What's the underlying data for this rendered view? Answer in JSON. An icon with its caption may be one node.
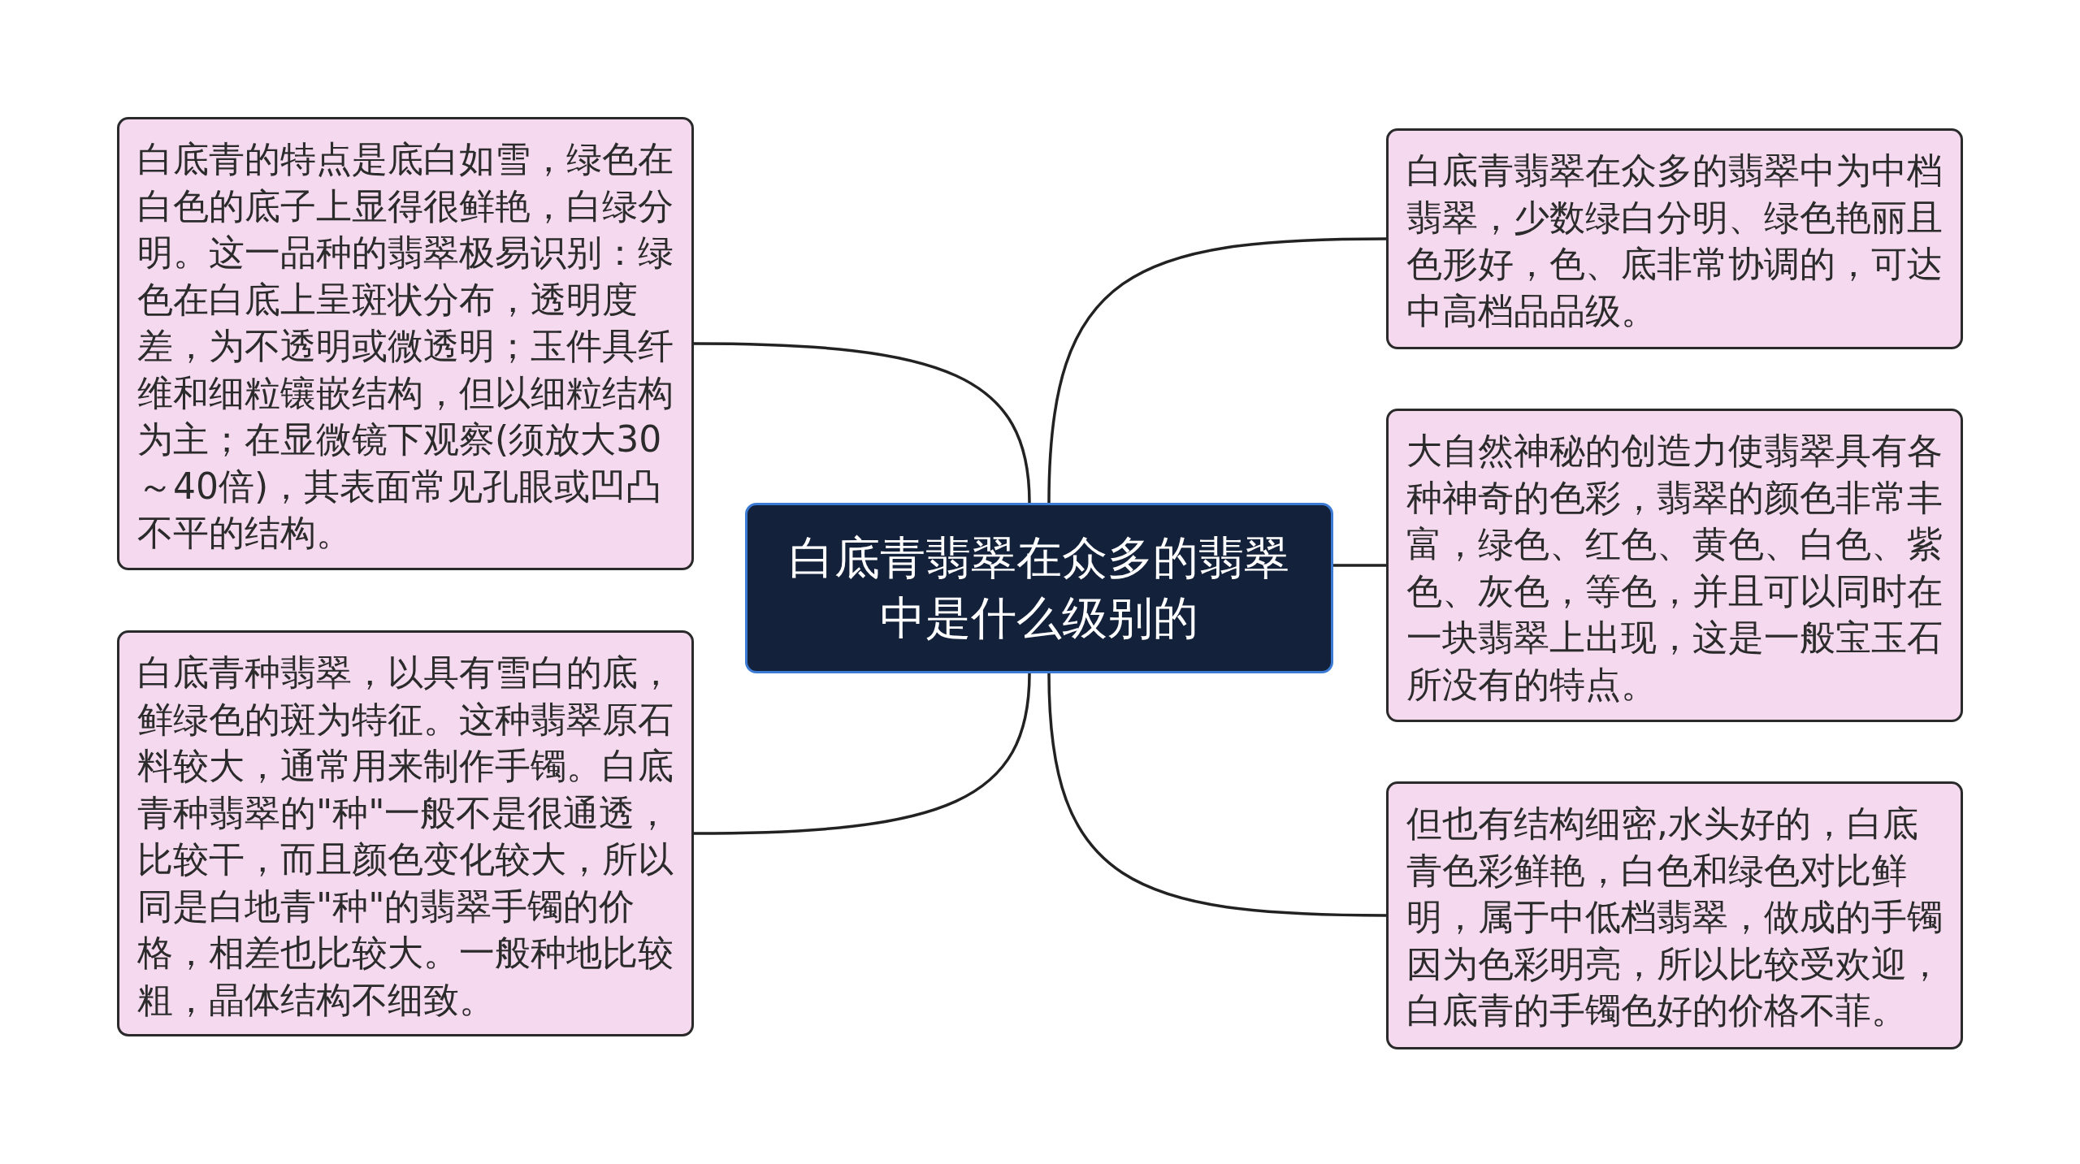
{
  "diagram": {
    "nodes": [
      {
        "text": [
          "白底青翡翠在众多的翡翠中是什么级别的"
        ]
      },
      {
        "text": [
          "白底青翡翠在众多的翡翠中为中档翡翠，少数绿白分明、绿色艳丽且色形好，色、底非常协调的，可达中高档品品级。"
        ]
      },
      {
        "text": [
          "大自然神秘的创造力使翡翠具有各种神奇的色彩，翡翠的颜色非常丰富，绿色、红色、黄色、白色、紫色、灰色，等色，并且可以同时在一块翡翠上出现，这是一般宝玉石所没有的特点。"
        ]
      },
      {
        "text": [
          "但也有结构细密,水头好的，白底青色彩鲜艳，白色和绿色对比鲜明，属于中低档翡翠，做成的手镯因为色彩明亮，所以比较受欢迎，白底青的手镯色好的价格不菲。"
        ]
      },
      {
        "text": [
          "白底青的特点是底白如雪，绿色在白色的底子上显得很鲜艳，白绿分明。这一品种的翡翠极易识别：绿色在白底上呈斑状分布，透明度差，为不透明或微透明；玉件具纤维和细粒镶嵌结构，但以细粒结构为主；在显微镜下观察(须放大30～40倍)，其表面常见孔眼或凹凸不平的结构。"
        ]
      },
      {
        "text": [
          "白底青种翡翠，以具有雪白的底，鲜绿色的斑为特征。这种翡翠原石料较大，通常用来制作手镯。白底青种翡翠的\"种\"一般不是很通透，比较干，而且颜色变化较大，所以同是白地青\"种\"的翡翠手镯的价格，相差也比较大。一般种地比较粗，晶体结构不细致。"
        ]
      }
    ],
    "edges": [
      {
        "from": 0,
        "to": 1,
        "arrow": "none"
      },
      {
        "from": 0,
        "to": 2,
        "arrow": "none"
      },
      {
        "from": 0,
        "to": 3,
        "arrow": "none"
      },
      {
        "from": 0,
        "to": 4,
        "arrow": "none"
      },
      {
        "from": 0,
        "to": 5,
        "arrow": "none"
      }
    ]
  }
}
